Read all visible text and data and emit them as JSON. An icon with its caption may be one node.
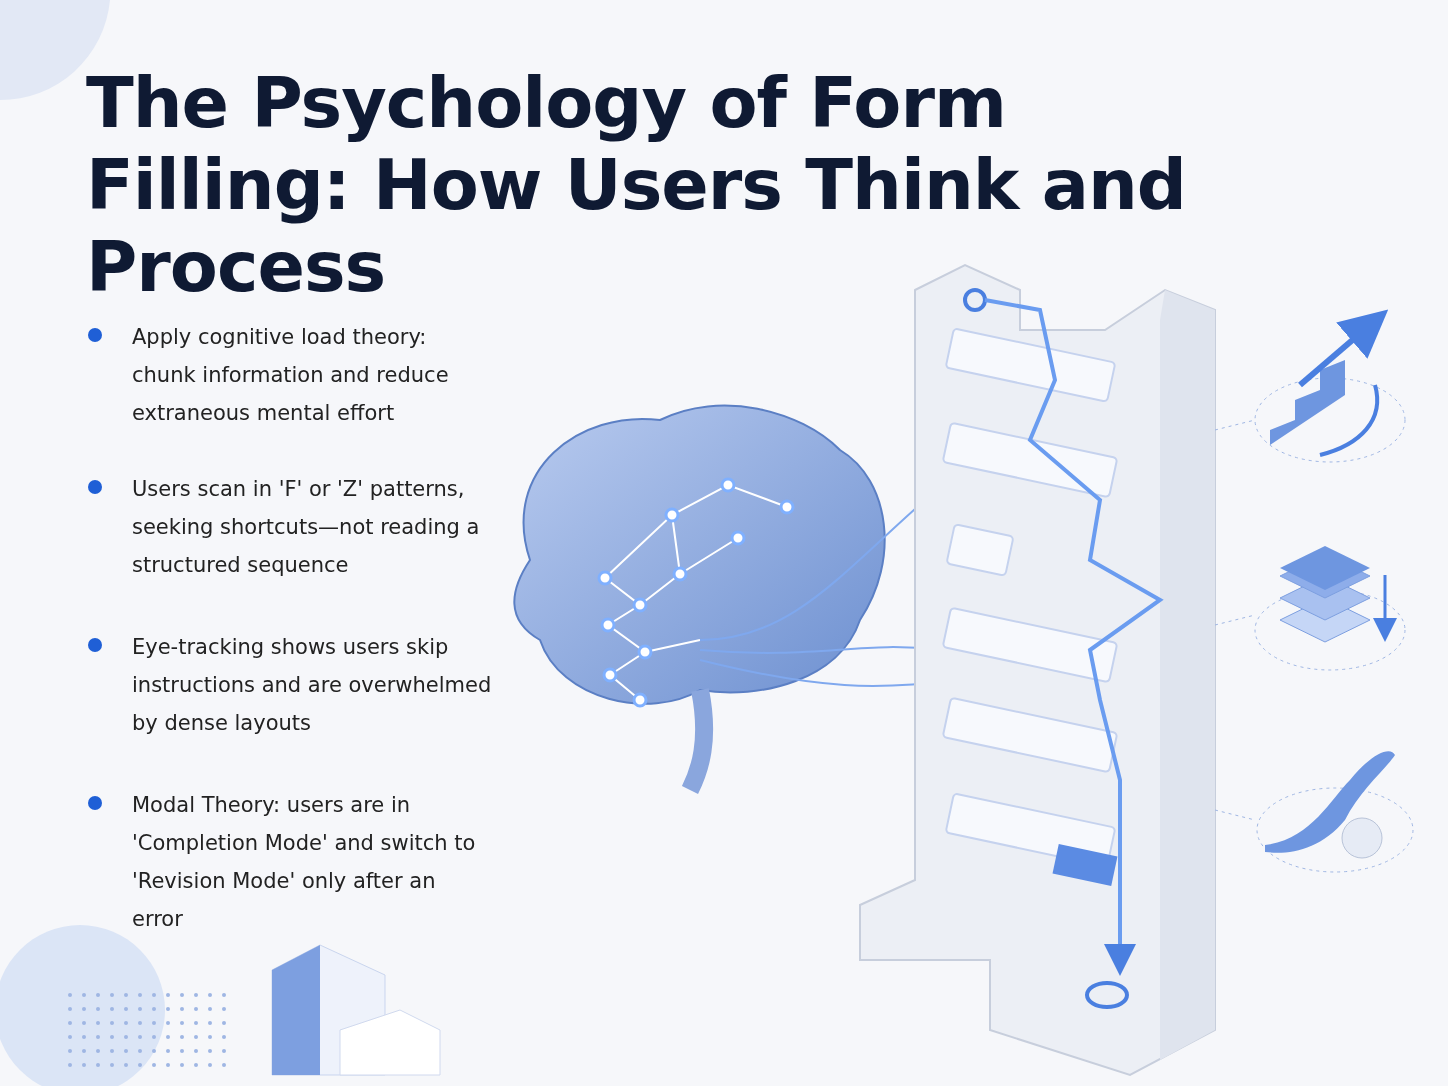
{
  "diagram": {
    "title": "The Psychology of Form Filling: How Users Think and Process",
    "labels": [
      "Apply cognitive load theory: chunk information and reduce extraneous mental effort",
      "Users scan in 'F' or 'Z' patterns, seeking shortcuts—not reading a structured sequence",
      "Eye-tracking shows users skip instructions and are overwhelmed by dense layouts",
      "Modal Theory: users are in 'Completion Mode' and switch to 'Revision Mode' only after an error"
    ]
  }
}
